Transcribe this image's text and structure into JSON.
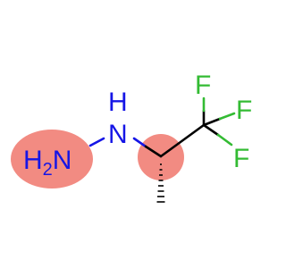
{
  "molecule": {
    "atoms": {
      "h2n": {
        "main": "H",
        "sub": "2",
        "tail": "N"
      },
      "nh": {
        "n": "N",
        "h": "H"
      },
      "f_top": "F",
      "f_right": "F",
      "f_bottom": "F"
    },
    "highlights": [
      "H2N",
      "stereocenter"
    ],
    "colors": {
      "nitrogen": "#1515e6",
      "fluorine": "#33bb33",
      "highlight": "#f28b82",
      "bond": "#000000"
    }
  }
}
